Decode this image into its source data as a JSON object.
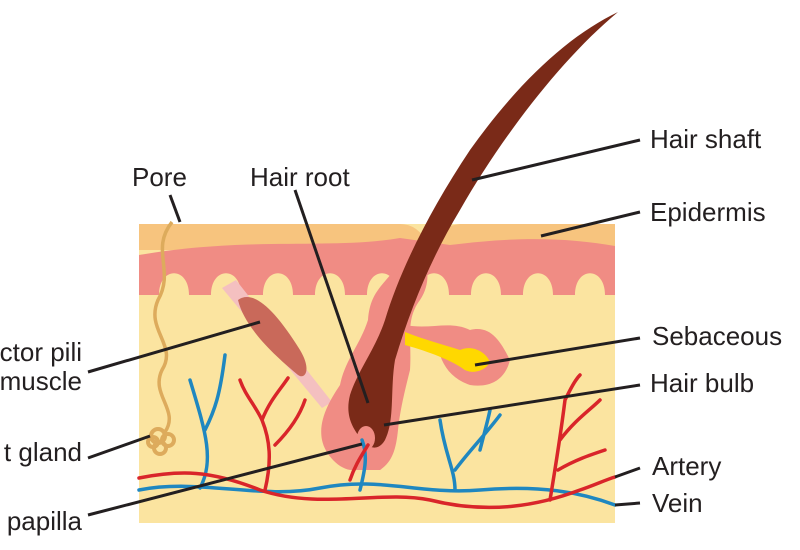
{
  "title": "Hair follicle and skin anatomy",
  "labels": {
    "pore": "Pore",
    "hair_root": "Hair root",
    "hair_shaft": "Hair shaft",
    "epidermis": "Epidermis",
    "sebaceous": "Sebaceous",
    "hair_bulb": "Hair bulb",
    "artery": "Artery",
    "vein": "Vein",
    "arrector_line1": "ctor pili",
    "arrector_line2": "muscle",
    "sweat_gland": "t gland",
    "papilla": "papilla"
  },
  "colors": {
    "epidermis_top": "#f7c47e",
    "epidermis_pink": "#f08c84",
    "dermis": "#fbe4a0",
    "hair": "#7a2a18",
    "sebum": "#ffd800",
    "artery": "#d9252a",
    "vein": "#1f87c0",
    "sweat_duct": "#ddab5c"
  }
}
